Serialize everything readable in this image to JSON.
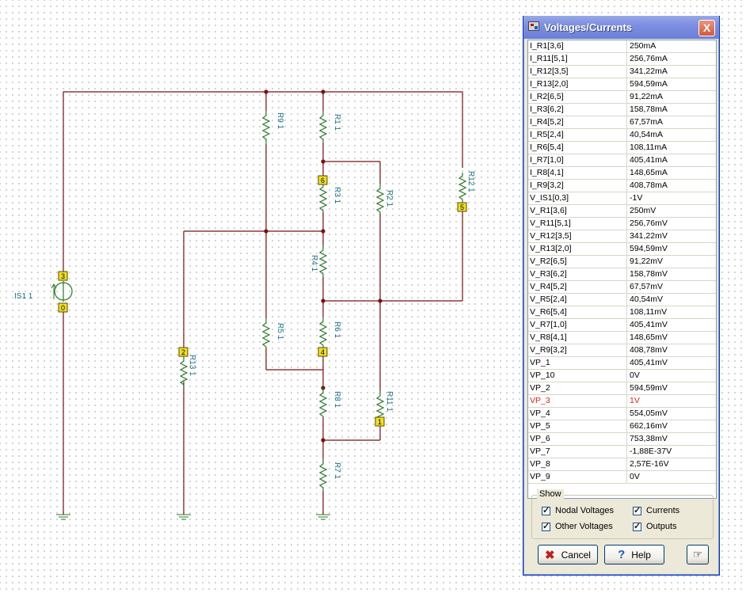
{
  "schematic": {
    "components": {
      "is1": "IS1 1",
      "r91": "R9 1",
      "r11": "R1 1",
      "r31": "R3 1",
      "r21": "R2 1",
      "r121": "R12 1",
      "r41": "R4 1",
      "r51": "R5 1",
      "r61": "R6 1",
      "r131": "R13 1",
      "r81": "R8 1",
      "r111": "R11 1",
      "r71": "R7 1"
    },
    "nodes": {
      "n3": "3",
      "n0": "0",
      "n6": "6",
      "n5": "5",
      "n2": "2",
      "n4": "4",
      "n1": "1"
    },
    "colors": {
      "wire": "#7a1010",
      "resistor": "#2a7a2a",
      "label": "#1a6e86",
      "node_box": "#f2e11e"
    }
  },
  "dialog": {
    "title": "Voltages/Currents",
    "close_label": "X",
    "rows": [
      {
        "name": "I_R1[3,6]",
        "value": "250mA"
      },
      {
        "name": "I_R11[5,1]",
        "value": "256,76mA"
      },
      {
        "name": "I_R12[3,5]",
        "value": "341,22mA"
      },
      {
        "name": "I_R13[2,0]",
        "value": "594,59mA"
      },
      {
        "name": "I_R2[6,5]",
        "value": "91,22mA"
      },
      {
        "name": "I_R3[6,2]",
        "value": "158,78mA"
      },
      {
        "name": "I_R4[5,2]",
        "value": "67,57mA"
      },
      {
        "name": "I_R5[2,4]",
        "value": "40,54mA"
      },
      {
        "name": "I_R6[5,4]",
        "value": "108,11mA"
      },
      {
        "name": "I_R7[1,0]",
        "value": "405,41mA"
      },
      {
        "name": "I_R8[4,1]",
        "value": "148,65mA"
      },
      {
        "name": "I_R9[3,2]",
        "value": "408,78mA"
      },
      {
        "name": "V_IS1[0,3]",
        "value": "-1V"
      },
      {
        "name": "V_R1[3,6]",
        "value": "250mV"
      },
      {
        "name": "V_R11[5,1]",
        "value": "256,76mV"
      },
      {
        "name": "V_R12[3,5]",
        "value": "341,22mV"
      },
      {
        "name": "V_R13[2,0]",
        "value": "594,59mV"
      },
      {
        "name": "V_R2[6,5]",
        "value": "91,22mV"
      },
      {
        "name": "V_R3[6,2]",
        "value": "158,78mV"
      },
      {
        "name": "V_R4[5,2]",
        "value": "67,57mV"
      },
      {
        "name": "V_R5[2,4]",
        "value": "40,54mV"
      },
      {
        "name": "V_R6[5,4]",
        "value": "108,11mV"
      },
      {
        "name": "V_R7[1,0]",
        "value": "405,41mV"
      },
      {
        "name": "V_R8[4,1]",
        "value": "148,65mV"
      },
      {
        "name": "V_R9[3,2]",
        "value": "408,78mV"
      },
      {
        "name": "VP_1",
        "value": "405,41mV"
      },
      {
        "name": "VP_10",
        "value": "0V"
      },
      {
        "name": "VP_2",
        "value": "594,59mV"
      },
      {
        "name": "VP_3",
        "value": "1V",
        "highlight": true
      },
      {
        "name": "VP_4",
        "value": "554,05mV"
      },
      {
        "name": "VP_5",
        "value": "662,16mV"
      },
      {
        "name": "VP_6",
        "value": "753,38mV"
      },
      {
        "name": "VP_7",
        "value": "-1,88E-37V"
      },
      {
        "name": "VP_8",
        "value": "2,57E-16V"
      },
      {
        "name": "VP_9",
        "value": "0V"
      }
    ],
    "highlight_color": "#e0201a",
    "show": {
      "title": "Show",
      "nodal_voltages": {
        "label": "Nodal Voltages",
        "checked": true
      },
      "currents": {
        "label": "Currents",
        "checked": true
      },
      "other_voltages": {
        "label": "Other Voltages",
        "checked": true
      },
      "outputs": {
        "label": "Outputs",
        "checked": true
      }
    },
    "buttons": {
      "cancel": "Cancel",
      "help": "Help"
    }
  }
}
